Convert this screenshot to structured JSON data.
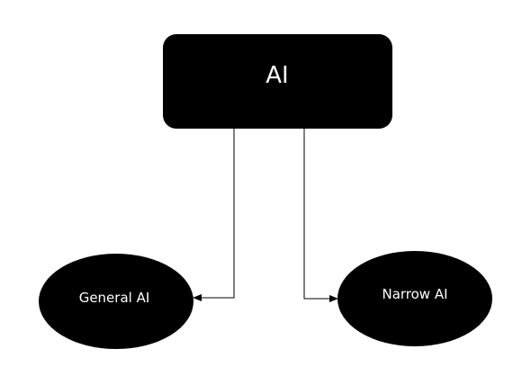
{
  "diagram": {
    "root": {
      "label": "AI"
    },
    "children": [
      {
        "label": "General AI"
      },
      {
        "label": "Narrow AI"
      }
    ]
  },
  "colors": {
    "node_fill": "#000000",
    "node_text": "#ffffff",
    "connector": "#000000",
    "background": "#ffffff"
  }
}
